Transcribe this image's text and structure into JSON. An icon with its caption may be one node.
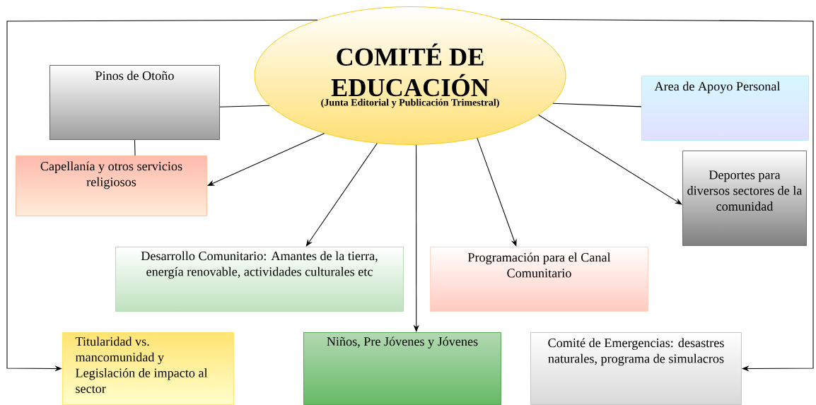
{
  "diagram": {
    "nodes": [
      {
        "text": [
          "COMITÉ DE EDUCACIÓN",
          "(Junta Editorial y Publicación Trimestral)"
        ]
      },
      {
        "text": [
          "Pinos de Otoño"
        ]
      },
      {
        "text": [
          "Capellanía y otros servicios religiosos"
        ]
      },
      {
        "text": [
          "Area de Apoyo Personal"
        ]
      },
      {
        "text": [
          "Deportes para diversos sectores de la comunidad"
        ]
      },
      {
        "text": [
          "Desarrollo Comunitario: Amantes de la tierra, energía renovable, actividades culturales etc"
        ]
      },
      {
        "text": [
          "Programación para el Canal Comunitario"
        ]
      },
      {
        "text": [
          "Titularidad vs. mancomunidad y Legislación de impacto al sector"
        ]
      },
      {
        "text": [
          "Niños, Pre Jóvenes y Jóvenes"
        ]
      },
      {
        "text": [
          "Comité de Emergencias: desastres naturales, programa de simulacros"
        ]
      }
    ],
    "edges": [
      {
        "from": 0,
        "to": 1,
        "arrow": "none"
      },
      {
        "from": 1,
        "to": 2,
        "arrow": "none"
      },
      {
        "from": 0,
        "to": 3,
        "arrow": "none"
      },
      {
        "from": 0,
        "to": 2,
        "arrow": "to"
      },
      {
        "from": 0,
        "to": 5,
        "arrow": "to"
      },
      {
        "from": 0,
        "to": 8,
        "arrow": "to"
      },
      {
        "from": 0,
        "to": 6,
        "arrow": "to"
      },
      {
        "from": 0,
        "to": 4,
        "arrow": "to"
      },
      {
        "from": 0,
        "to": 7,
        "arrow": "to"
      },
      {
        "from": 0,
        "to": 9,
        "arrow": "to"
      }
    ]
  }
}
